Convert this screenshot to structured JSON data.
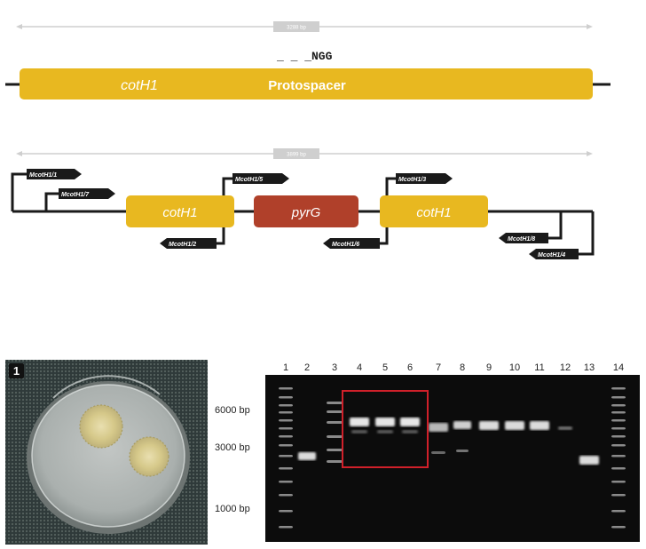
{
  "colors": {
    "gene": "#e8b820",
    "marker": "#b0402a",
    "line": "#1a1a1a",
    "ruler": "#cfcfcf",
    "gel_bg": "#0c0c0c",
    "gel_band": "#f2f2f2",
    "highlight": "#d0202a"
  },
  "diagram_top": {
    "ruler_label": "3288 bp",
    "pam": "_ _ _NGG",
    "gene_label": "cotH1",
    "protospacer_label": "Protospacer"
  },
  "diagram_bottom": {
    "ruler_label": "3899 bp",
    "gene_left_label": "cotH1",
    "marker_label": "pyrG",
    "gene_right_label": "cotH1",
    "primers": {
      "p1": "McotH1/1",
      "p7": "McotH1/7",
      "p5": "McotH1/5",
      "p2": "McotH1/2",
      "p3": "McotH1/3",
      "p6": "McotH1/6",
      "p8": "McotH1/8",
      "p4": "McotH1/4"
    }
  },
  "plate": {
    "panel_number": "1"
  },
  "gel": {
    "lane_labels": [
      "1",
      "2",
      "3",
      "4",
      "5",
      "6",
      "7",
      "8",
      "9",
      "10",
      "11",
      "12",
      "13",
      "14"
    ],
    "size_labels": [
      "6000 bp",
      "3000 bp",
      "1000 bp"
    ]
  }
}
